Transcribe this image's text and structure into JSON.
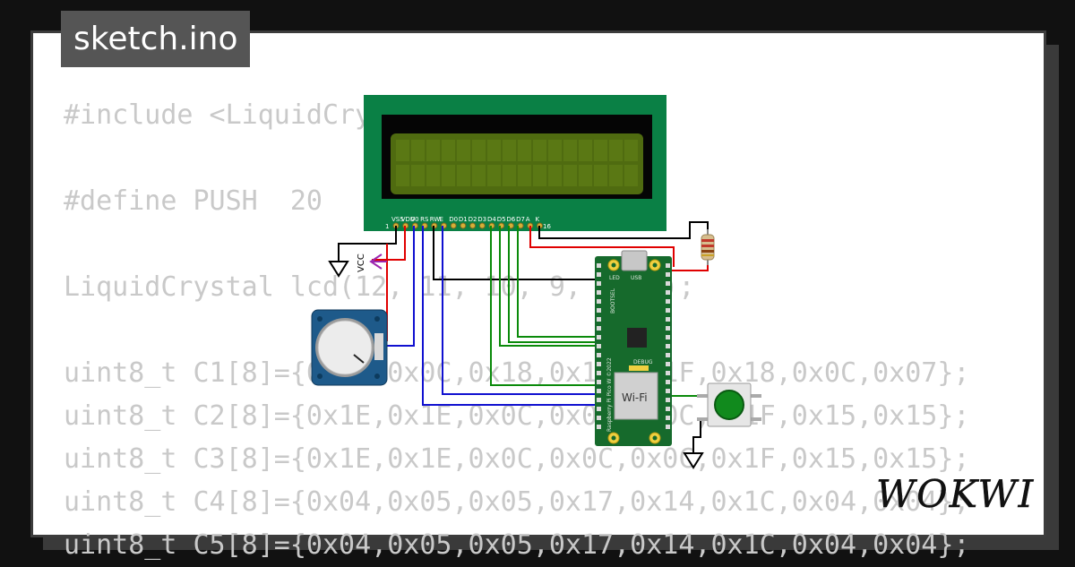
{
  "tab": {
    "filename": "sketch.ino"
  },
  "code_lines": [
    "#include <LiquidCrystal.h>",
    "",
    "#define PUSH  20",
    "",
    "LiquidCrystal lcd(12, 11, 10, 9, 8, 7);",
    "",
    "uint8_t C1[8]={0x07,0x0C,0x18,0x18,0x1F,0x18,0x0C,0x07};",
    "uint8_t C2[8]={0x1E,0x1E,0x0C,0x0C,0x0C,0x1F,0x15,0x15};",
    "uint8_t C3[8]={0x1E,0x1E,0x0C,0x0C,0x0C,0x1F,0x15,0x15};",
    "uint8_t C4[8]={0x04,0x05,0x05,0x17,0x14,0x1C,0x04,0x04};",
    "uint8_t C5[8]={0x04,0x05,0x05,0x17,0x14,0x1C,0x04,0x04};"
  ],
  "lcd": {
    "pin_labels": [
      "VSS",
      "VDD",
      "V0",
      "RS",
      "RW",
      "E",
      "D0",
      "D1",
      "D2",
      "D3",
      "D4",
      "D5",
      "D6",
      "D7",
      "A",
      "K"
    ],
    "pin_first": "1",
    "pin_last": "16"
  },
  "vcc_label": "VCC",
  "pico": {
    "wifi_label": "Wi-Fi",
    "board_label": "Raspberry Pi Pico W ©2022",
    "debug_label": "DEBUG",
    "led_label": "LED",
    "usb_label": "USB",
    "bootsel_label": "BOOTSEL"
  },
  "brand": {
    "name": "WOKWI"
  },
  "colors": {
    "background": "#111111",
    "code_text": "#c9c9c9",
    "tab_bg": "#555555",
    "pcb_green": "#0a8045",
    "lcd_screen": "#4f6b10",
    "pico_green": "#166a2c",
    "pot_blue": "#1e5a8a",
    "wire_red": "#e00000",
    "wire_blue": "#1010d0",
    "wire_green": "#0a8a0a",
    "wire_black": "#000000",
    "vcc_purple": "#9b27b0"
  }
}
